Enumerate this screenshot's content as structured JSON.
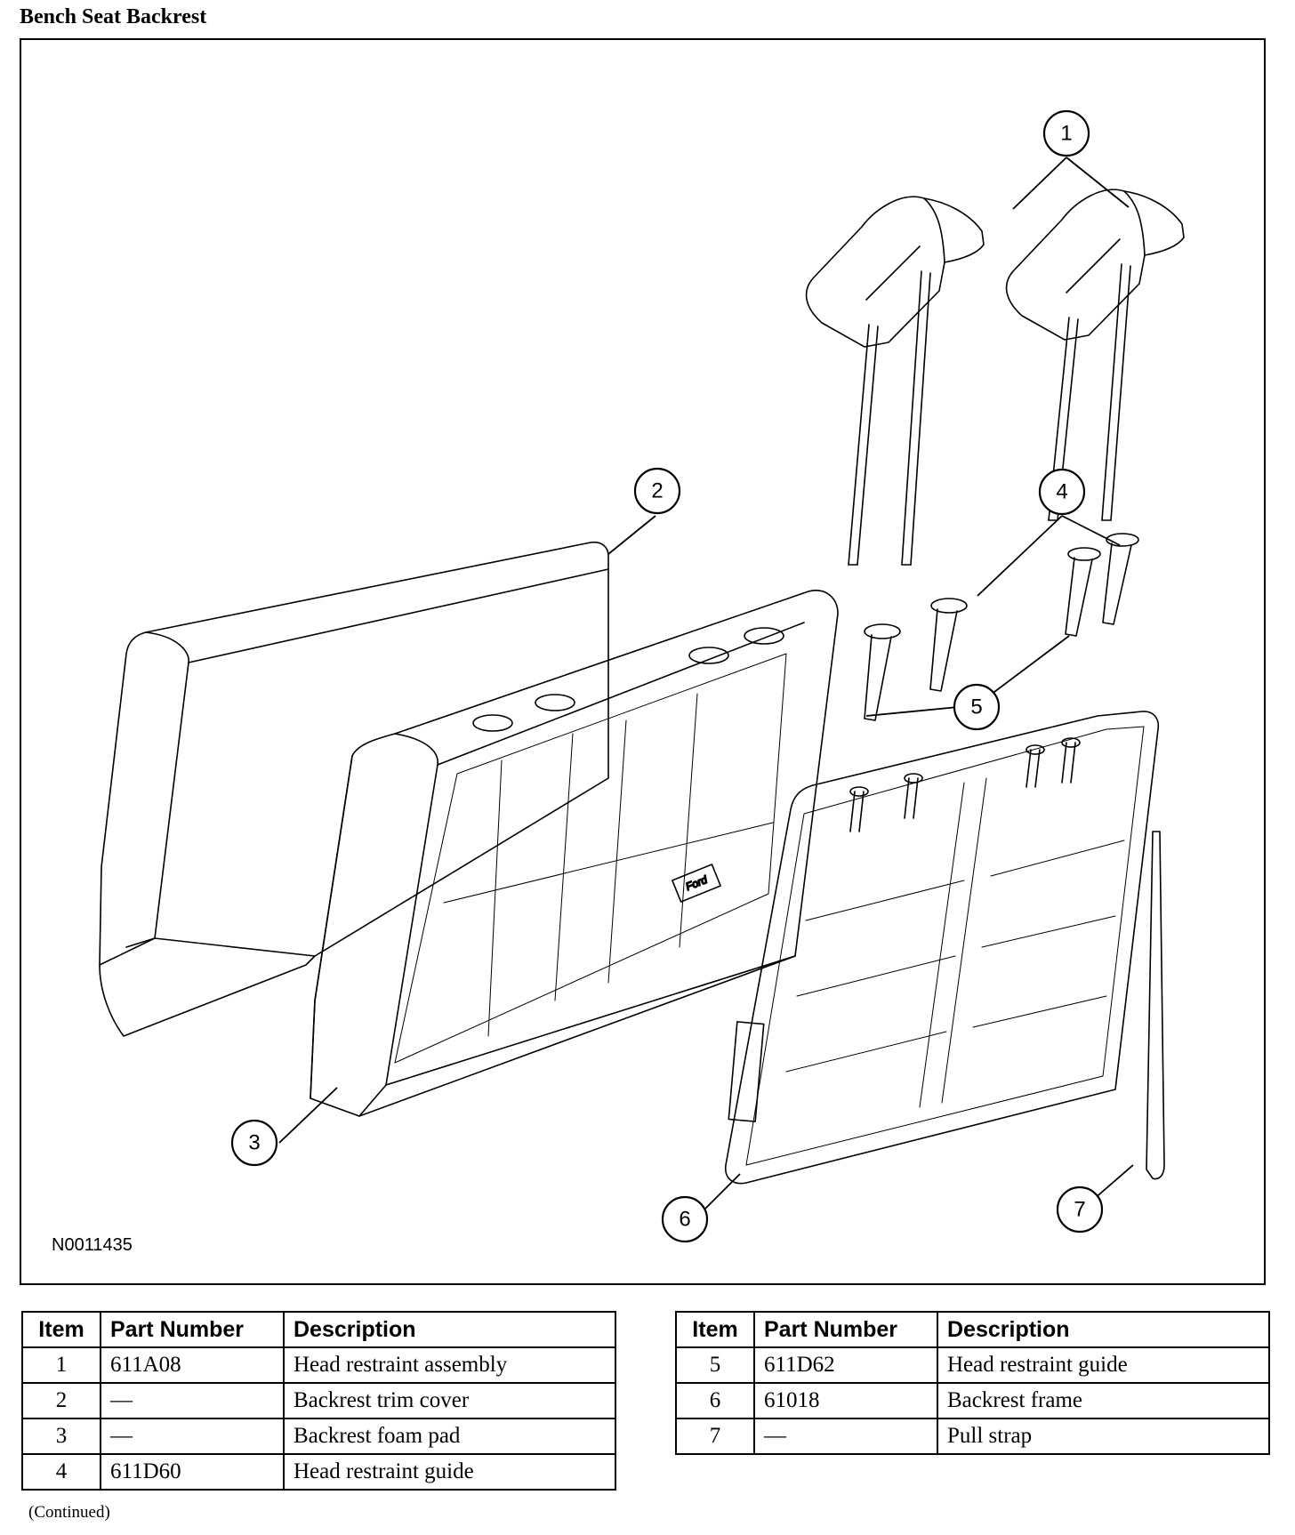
{
  "page": {
    "title": "Bench Seat Backrest",
    "continued": "(Continued)"
  },
  "figure": {
    "id": "N0011435",
    "callouts": [
      "1",
      "2",
      "3",
      "4",
      "5",
      "6",
      "7"
    ],
    "badge_text": "Ford"
  },
  "table_headers": {
    "item": "Item",
    "part_number": "Part Number",
    "description": "Description"
  },
  "rows": [
    {
      "item": "1",
      "part_number": "611A08",
      "description": "Head restraint assembly"
    },
    {
      "item": "2",
      "part_number": "—",
      "description": "Backrest trim cover"
    },
    {
      "item": "3",
      "part_number": "—",
      "description": "Backrest foam pad"
    },
    {
      "item": "4",
      "part_number": "611D60",
      "description": "Head restraint guide"
    },
    {
      "item": "5",
      "part_number": "611D62",
      "description": "Head restraint guide"
    },
    {
      "item": "6",
      "part_number": "61018",
      "description": "Backrest frame"
    },
    {
      "item": "7",
      "part_number": "—",
      "description": "Pull strap"
    }
  ]
}
